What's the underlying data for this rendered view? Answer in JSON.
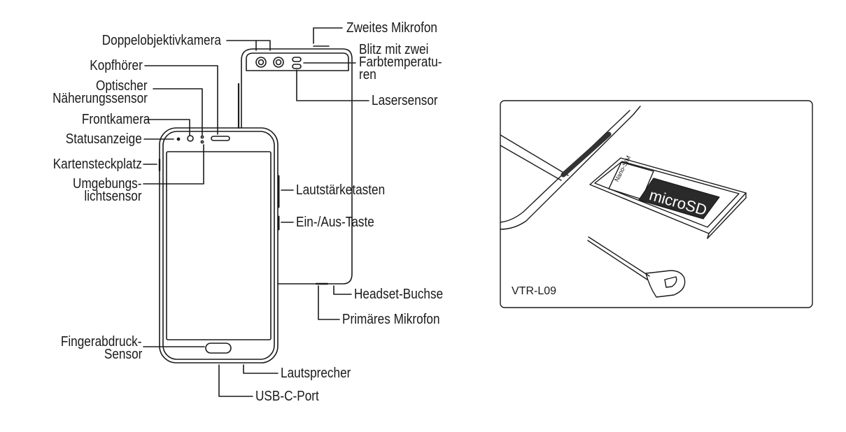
{
  "labels": {
    "doppelobjektivkamera": "Doppelobjektivkamera",
    "zweites_mikrofon": "Zweites Mikrofon",
    "blitz_line1": "Blitz mit zwei",
    "blitz_line2": "Farbtemperatu-",
    "blitz_line3": "ren",
    "kopfhoerer": "Kopfhörer",
    "optischer_line1": "Optischer",
    "optischer_line2": "Näherungssensor",
    "lasersensor": "Lasersensor",
    "frontkamera": "Frontkamera",
    "statusanzeige": "Statusanzeige",
    "kartensteckplatz": "Kartensteckplatz",
    "umgebungs_line1": "Umgebungs-",
    "umgebungs_line2": "lichtsensor",
    "lautstaerketasten": "Lautstärketasten",
    "ein_aus_taste": "Ein-/Aus-Taste",
    "headset_buchse": "Headset-Buchse",
    "primaeres_mikrofon": "Primäres Mikrofon",
    "fingerabdruck_line1": "Fingerabdruck-",
    "fingerabdruck_line2": "Sensor",
    "lautsprecher": "Lautsprecher",
    "usb_c_port": "USB-C-Port"
  },
  "inset": {
    "nano_sim": "Nano-SIM",
    "micro_sd": "microSD",
    "model": "VTR-L09"
  },
  "colors": {
    "line": "#1a1a1a",
    "sd_card": "#2a2a2a",
    "slot": "#333333",
    "tray": "#ffffff"
  }
}
